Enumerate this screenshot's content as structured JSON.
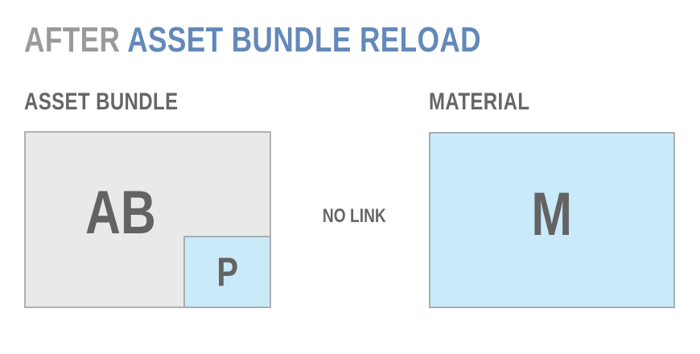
{
  "title": {
    "muted": "AFTER",
    "accent": "ASSET BUNDLE RELOAD"
  },
  "left_panel": {
    "label": "ASSET BUNDLE",
    "box_letter": "AB",
    "sub_box_letter": "P"
  },
  "relation": {
    "label": "NO LINK"
  },
  "right_panel": {
    "label": "MATERIAL",
    "box_letter": "M"
  },
  "colors": {
    "background": "#ffffff",
    "title_muted_gray": "#9a9a9a",
    "title_accent_blue": "#6389b8",
    "label_gray": "#666666",
    "letter_gray": "#636363",
    "bundle_box_bg": "#e9e9e9",
    "bundle_box_border": "#b1b1b1",
    "highlight_box_bg": "#c9eaf8",
    "highlight_box_border": "#a9adb2"
  }
}
